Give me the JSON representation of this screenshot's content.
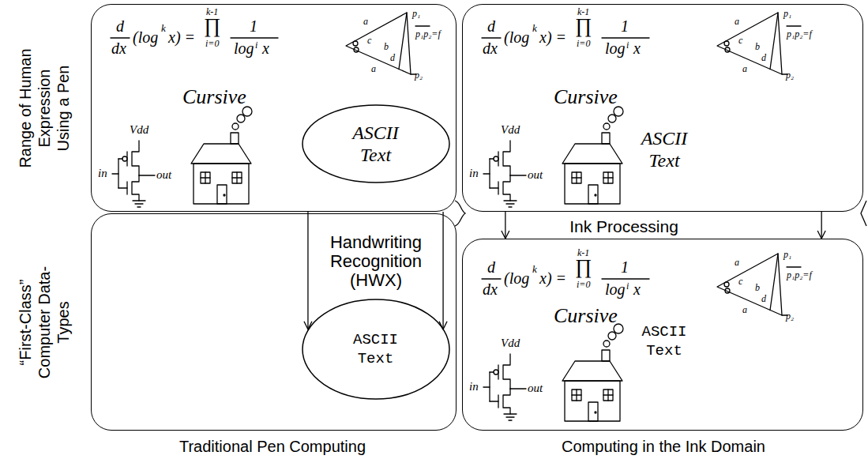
{
  "diagram": {
    "nodes": [
      {
        "text": [
          "Cursive"
        ]
      },
      {
        "text": [
          "ASCII Text"
        ],
        "in": 0
      },
      {
        "text": [
          "Handwriting Recognition (HWX)"
        ]
      },
      {
        "text": [
          "ASCII Text"
        ],
        "in": 2
      },
      {
        "text": [
          "Cursive",
          "ASCII Text"
        ]
      },
      {
        "text": [
          "Cursive",
          "ASCII Text"
        ]
      }
    ],
    "edges": [
      {
        "from": 0,
        "to": 3,
        "arrow": "to"
      },
      {
        "from": 0,
        "to": 3,
        "arrow": "to"
      },
      {
        "from": 4,
        "to": 5,
        "arrow": "to"
      },
      {
        "from": 4,
        "to": 5,
        "arrow": "to"
      }
    ],
    "labels": [
      "Range of Human Expression Using a Pen",
      "“First-Class” Computer Data-Types",
      "d",
      "dx",
      "(log",
      "k",
      "x) =",
      "k-1",
      "∏",
      "i=0",
      "1",
      "log",
      "i",
      "x",
      "p₁",
      "p₂",
      "a",
      "c",
      "b",
      "d",
      "a",
      "p₁p₂=f",
      "Vdd",
      "in",
      "out",
      "d",
      "dx",
      "(log",
      "k",
      "x) =",
      "k-1",
      "∏",
      "i=0",
      "1",
      "log",
      "i",
      "x",
      "p₁",
      "p₂",
      "a",
      "c",
      "b",
      "d",
      "a",
      "p₁p₂=f",
      "Vdd",
      "in",
      "out",
      "Ink Processing",
      "d",
      "dx",
      "(log",
      "k",
      "x) =",
      "k-1",
      "∏",
      "i=0",
      "1",
      "log",
      "i",
      "x",
      "p₁",
      "p₂",
      "a",
      "c",
      "b",
      "d",
      "a",
      "p₁p₂=f",
      "Vdd",
      "in",
      "out",
      "Traditional Pen Computing",
      "Computing in the Ink Domain"
    ]
  }
}
